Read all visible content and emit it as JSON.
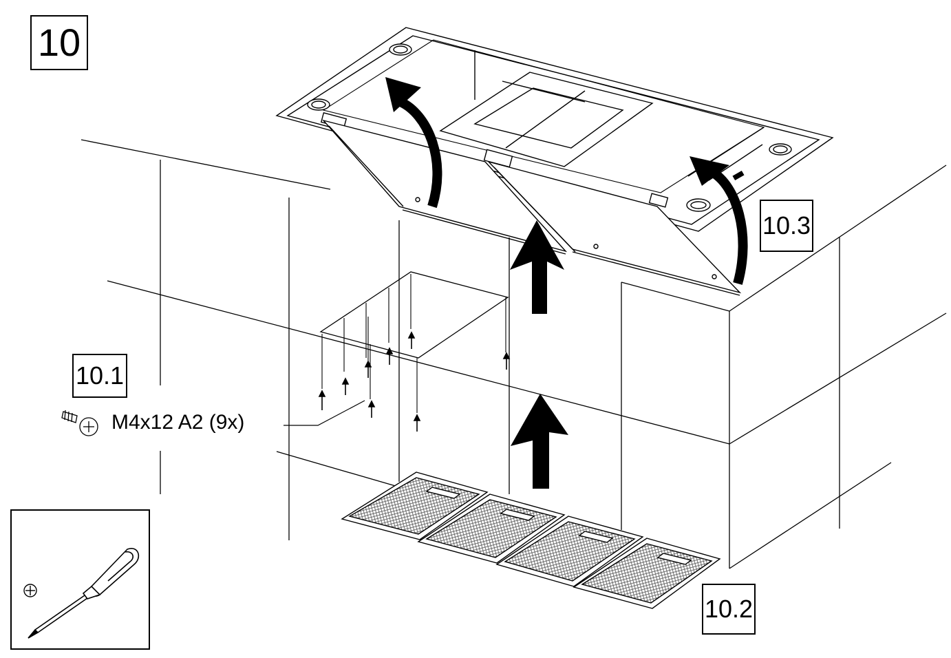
{
  "step": {
    "number": "10"
  },
  "callouts": {
    "screws": "10.1",
    "filters": "10.2",
    "panels": "10.3"
  },
  "fastener": {
    "spec": "M4x12 A2 (9x)",
    "count": 9,
    "icon": "phillips-screw-icon"
  },
  "tool": {
    "icon": "phillips-screwdriver-icon",
    "bit_icon": "phillips-cross-icon"
  },
  "components": {
    "hood": "hood-underside",
    "panels": [
      "left-hinged-panel",
      "right-hinged-panel"
    ],
    "plate": "mounting-plate",
    "filters": [
      "grease-filter",
      "grease-filter",
      "grease-filter",
      "grease-filter"
    ]
  }
}
